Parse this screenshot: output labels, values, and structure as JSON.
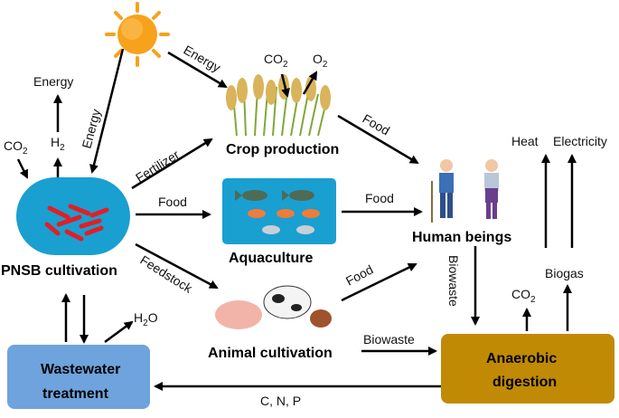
{
  "nodes": {
    "pnsb": "PNSB cultivation",
    "crop": "Crop production",
    "aquaculture": "Aquaculture",
    "animal": "Animal cultivation",
    "human": "Human beings",
    "wastewater_line1": "Wastewater",
    "wastewater_line2": "treatment",
    "anaerobic_line1": "Anaerobic",
    "anaerobic_line2": "digestion"
  },
  "labels": {
    "energy_top": "Energy",
    "energy_diag": "Energy",
    "energy_sun_crop": "Energy",
    "co2_left": "CO",
    "co2_left_sub": "2",
    "h2": "H",
    "h2_sub": "2",
    "co2_crop": "CO",
    "co2_crop_sub": "2",
    "o2": "O",
    "o2_sub": "2",
    "fertilizer": "Fertilizer",
    "food_aqua": "Food",
    "food_crop_human": "Food",
    "food_aqua_human": "Food",
    "food_animal_human": "Food",
    "feedstock": "Feedstock",
    "h2o": "H",
    "h2o_sub": "2",
    "h2o_o": "O",
    "biowaste_vertical": "Biowaste",
    "biowaste_animal": "Biowaste",
    "co2_ad": "CO",
    "co2_ad_sub": "2",
    "biogas": "Biogas",
    "heat": "Heat",
    "electricity": "Electricity",
    "cnp": "C, N, P"
  },
  "colors": {
    "pnsb_fill": "#1a9fd1",
    "aqua_fill": "#1a9fd1",
    "wastewater_fill": "#6ea3dd",
    "anaerobic_fill": "#c08a04",
    "sun": "#f7a21c"
  }
}
